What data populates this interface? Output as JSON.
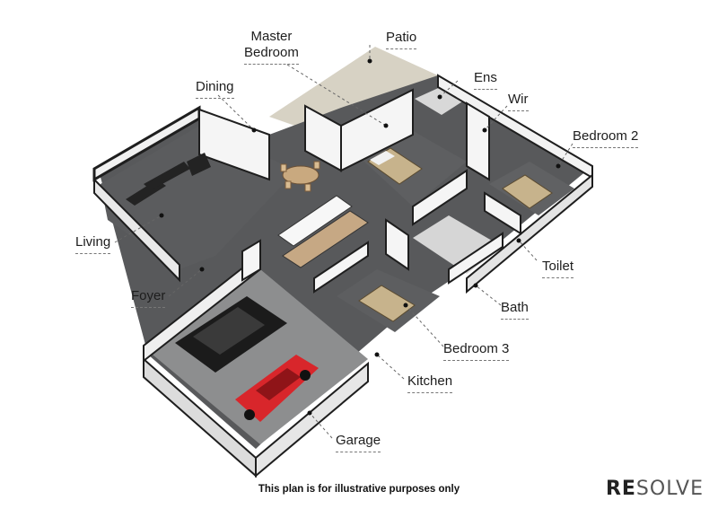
{
  "labels": {
    "master_bedroom_line1": "Master",
    "master_bedroom_line2": "Bedroom",
    "patio": "Patio",
    "dining": "Dining",
    "ens": "Ens",
    "wir": "Wir",
    "bedroom2": "Bedroom 2",
    "living": "Living",
    "toilet": "Toilet",
    "foyer": "Foyer",
    "bath": "Bath",
    "bedroom3": "Bedroom 3",
    "kitchen": "Kitchen",
    "garage": "Garage"
  },
  "footer": {
    "disclaimer": "This plan is for illustrative purposes only",
    "brand_re": "RE",
    "brand_solve": "SOLVE"
  },
  "colors": {
    "floor_dark": "#5f5f61",
    "patio": "#d9d4c7",
    "wall": "#f4f4f4",
    "wall_top": "#1e1e1e",
    "car_red": "#d8262b",
    "car_black": "#1b1b1b"
  }
}
